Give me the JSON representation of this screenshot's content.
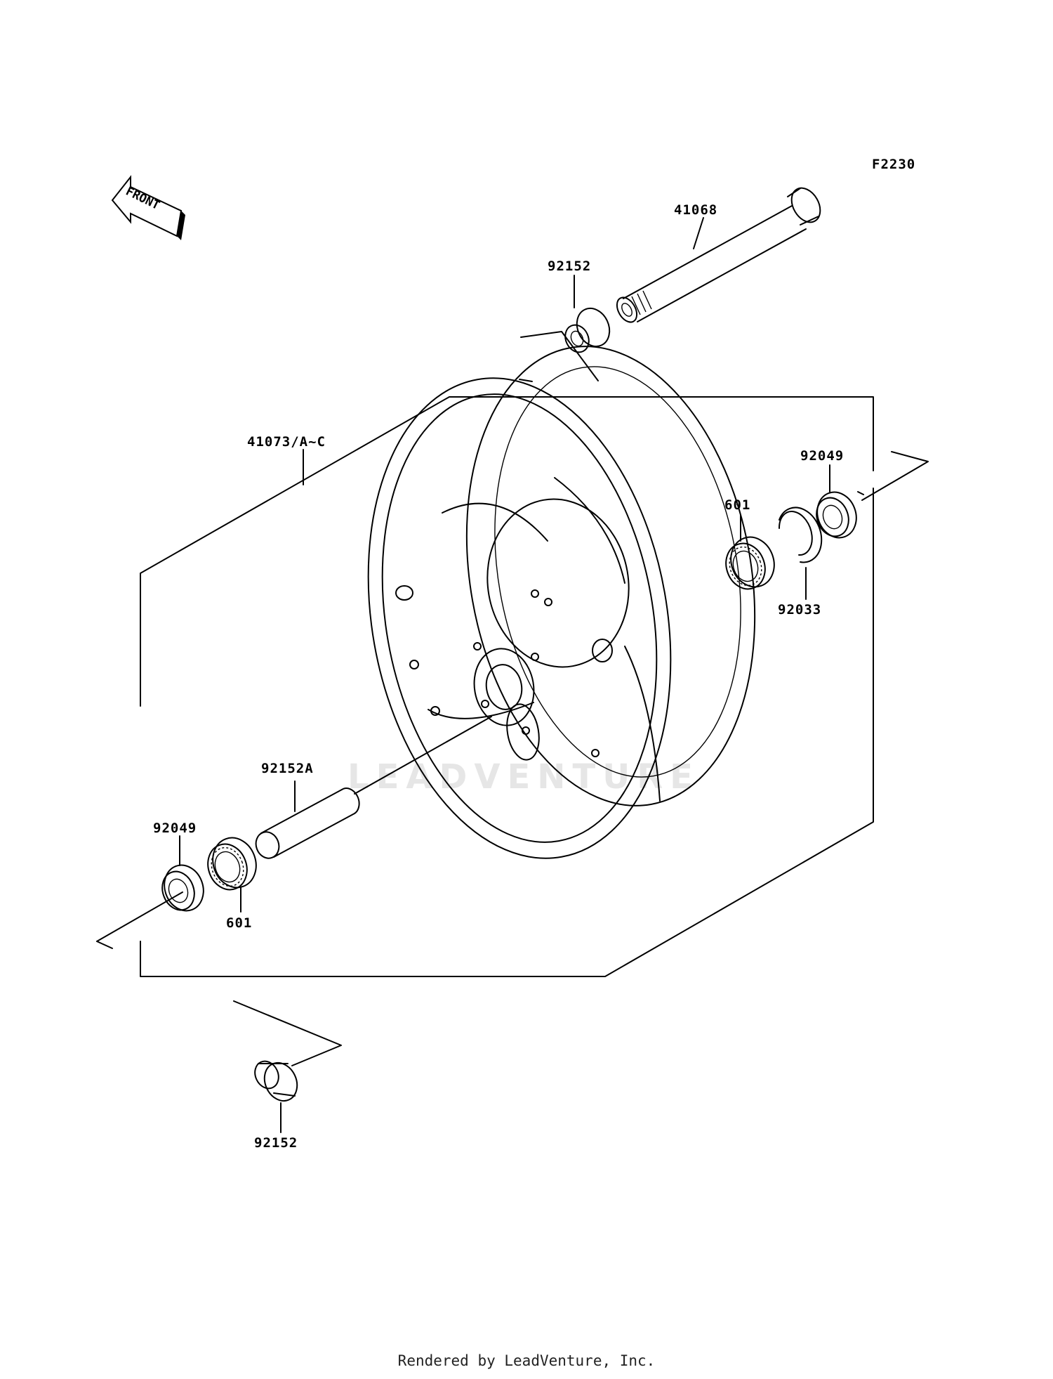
{
  "diagram_code": "F2230",
  "front_label": "FRONT",
  "watermark": "LEADVENTURE",
  "parts": {
    "axle": "41068",
    "collar_top": "92152",
    "wheel": "41073/A~C",
    "oil_seal_right": "92049",
    "bearing_right": "601",
    "circlip": "92033",
    "spacer": "92152A",
    "oil_seal_left": "92049",
    "bearing_left": "601",
    "collar_bottom": "92152"
  },
  "footer": "Rendered by LeadVenture, Inc."
}
